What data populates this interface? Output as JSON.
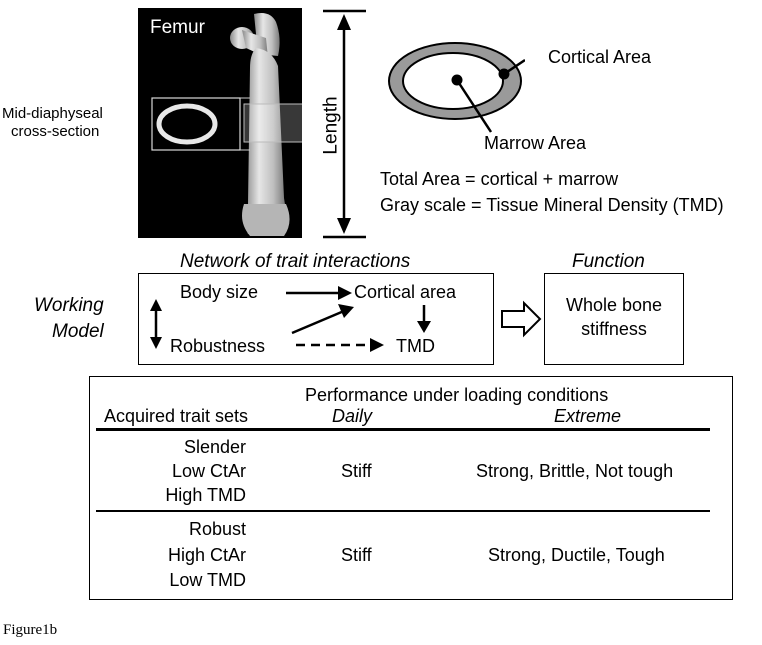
{
  "femur_panel": {
    "title": "Femur",
    "cross_section_label_1": "Mid-diaphyseal",
    "cross_section_label_2": "cross-section",
    "length_label": "Length"
  },
  "area_diagram": {
    "cortical_label": "Cortical Area",
    "marrow_label": "Marrow Area",
    "total_area_text": "Total Area = cortical + marrow",
    "gray_scale_text": "Gray scale = Tissue Mineral Density (TMD)"
  },
  "model": {
    "network_title": "Network of trait interactions",
    "function_title": "Function",
    "working_model_line1": "Working",
    "working_model_line2": "Model",
    "nodes": {
      "body_size": "Body size",
      "cortical_area": "Cortical area",
      "robustness": "Robustness",
      "tmd": "TMD"
    },
    "function_line1": "Whole bone",
    "function_line2": "stiffness"
  },
  "table": {
    "header_performance": "Performance under loading conditions",
    "header_traits": "Acquired trait sets",
    "header_daily": "Daily",
    "header_extreme": "Extreme",
    "rows": [
      {
        "traits": [
          "Slender",
          "Low CtAr",
          "High TMD"
        ],
        "daily": "Stiff",
        "extreme": "Strong, Brittle, Not tough"
      },
      {
        "traits": [
          "Robust",
          "High CtAr",
          "Low TMD"
        ],
        "daily": "Stiff",
        "extreme": "Strong, Ductile, Tough"
      }
    ]
  },
  "caption": "Figure1b"
}
